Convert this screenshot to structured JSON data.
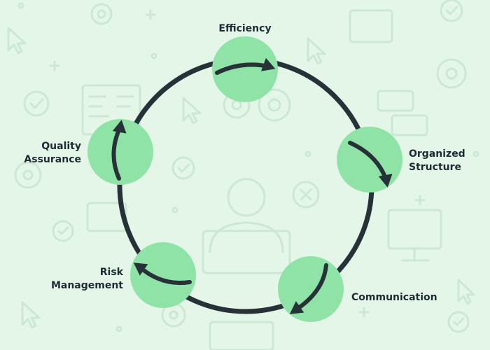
{
  "colors": {
    "background": "#e3f6e8",
    "ring": "#263238",
    "node_fill": "#8fe3a6",
    "arrow": "#263238",
    "label_text": "#1f2a33",
    "watermark": "#c9e6d1"
  },
  "diagram": {
    "nodes": [
      {
        "id": "efficiency",
        "label": "Efficiency",
        "icon": "arrow-right-icon"
      },
      {
        "id": "organized-structure",
        "label": "Organized\nStructure",
        "icon": "arrow-down-right-icon"
      },
      {
        "id": "communication",
        "label": "Communication",
        "icon": "arrow-down-left-icon"
      },
      {
        "id": "risk-management",
        "label": "Risk\nManagement",
        "icon": "arrow-left-icon"
      },
      {
        "id": "quality-assurance",
        "label": "Quality\nAssurance",
        "icon": "arrow-up-icon"
      }
    ]
  }
}
